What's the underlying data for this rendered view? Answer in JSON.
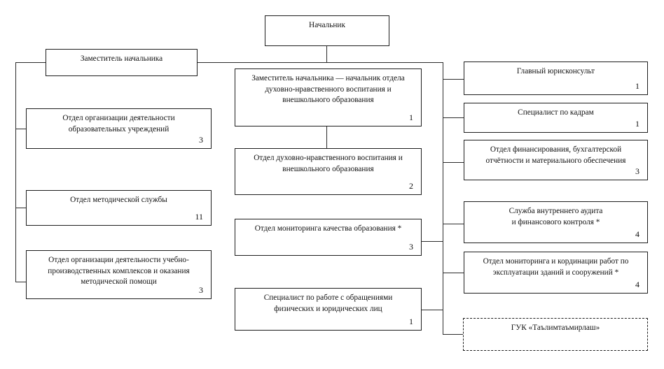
{
  "chart_data": {
    "type": "diagram",
    "title": "",
    "nodes": [
      {
        "id": "chief",
        "label": "Начальник",
        "count": ""
      },
      {
        "id": "deputy-chief",
        "label": "Заместитель начальника",
        "count": ""
      },
      {
        "id": "dept-edu-institutions",
        "label": "Отдел организации деятельности\nобразовательных учреждений",
        "count": "3"
      },
      {
        "id": "dept-methodical-service",
        "label": "Отдел методической службы",
        "count": "11"
      },
      {
        "id": "dept-training-complexes",
        "label": "Отдел организации деятельности учебно-\nпроизводственных комплексов и оказания\nметодической помощи",
        "count": "3"
      },
      {
        "id": "deputy-chief-spiritual",
        "label": "Заместитель начальника — начальник отдела\nдуховно-нравственного воспитания и\nвнешкольного образования",
        "count": "1"
      },
      {
        "id": "dept-spiritual-education",
        "label": "Отдел духовно-нравственного воспитания и\nвнешкольного образования",
        "count": "2"
      },
      {
        "id": "dept-quality-monitoring",
        "label": "Отдел мониторинга качества образования *",
        "count": "3"
      },
      {
        "id": "specialist-appeals",
        "label": "Специалист по работе с обращениями\nфизических и юридических лиц",
        "count": "1"
      },
      {
        "id": "chief-legal-counsel",
        "label": "Главный юрисконсульт",
        "count": "1"
      },
      {
        "id": "hr-specialist",
        "label": "Специалист по кадрам",
        "count": "1"
      },
      {
        "id": "dept-finance-accounting",
        "label": "Отдел финансирования, бухгалтерской\nотчётности и материального обеспечения",
        "count": "3"
      },
      {
        "id": "internal-audit-service",
        "label": "Служба внутреннего аудита\nи финансового контроля *",
        "count": "4"
      },
      {
        "id": "dept-buildings-monitoring",
        "label": "Отдел мониторинга и кординации работ по\nэксплуатации зданий и сооружений *",
        "count": "4"
      },
      {
        "id": "guk-talimtamirlash",
        "label": "ГУК «Таълимтаъмирлаш»",
        "count": ""
      }
    ]
  },
  "org": {
    "chief": {
      "label": "Начальник",
      "count": ""
    },
    "left_branch": {
      "deputy": {
        "label": "Заместитель начальника",
        "count": ""
      },
      "items": [
        {
          "label": "Отдел организации деятельности\nобразовательных учреждений",
          "count": "3"
        },
        {
          "label": "Отдел методической службы",
          "count": "11"
        },
        {
          "label": "Отдел организации деятельности учебно-\nпроизводственных комплексов и оказания\nметодической помощи",
          "count": "3"
        }
      ]
    },
    "center_branch": {
      "items": [
        {
          "label": "Заместитель начальника — начальник отдела\nдуховно-нравственного воспитания и\nвнешкольного образования",
          "count": "1"
        },
        {
          "label": "Отдел духовно-нравственного воспитания и\nвнешкольного образования",
          "count": "2"
        },
        {
          "label": "Отдел мониторинга качества образования *",
          "count": "3"
        },
        {
          "label": "Специалист по работе с обращениями\nфизических и юридических лиц",
          "count": "1"
        }
      ]
    },
    "right_branch": {
      "items": [
        {
          "label": "Главный юрисконсульт",
          "count": "1"
        },
        {
          "label": "Специалист по кадрам",
          "count": "1"
        },
        {
          "label": "Отдел финансирования, бухгалтерской\nотчётности и материального обеспечения",
          "count": "3"
        },
        {
          "label": "Служба внутреннего аудита\nи финансового контроля *",
          "count": "4"
        },
        {
          "label": "Отдел мониторинга и кординации работ по\nэксплуатации зданий и сооружений *",
          "count": "4"
        },
        {
          "label": "ГУК «Таълимтаъмирлаш»",
          "count": ""
        }
      ]
    }
  },
  "colors": {
    "border": "#1d1d1d",
    "line": "#2b2b2b",
    "text": "#101010",
    "background": "#ffffff"
  }
}
